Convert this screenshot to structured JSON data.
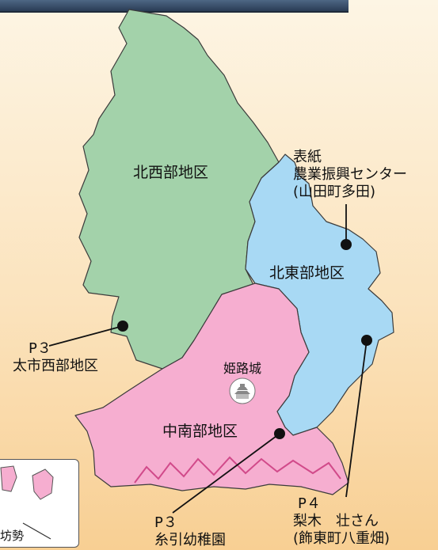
{
  "map": {
    "regions": [
      {
        "id": "northwest",
        "label": "北西部地区",
        "fill": "#a3d2aa"
      },
      {
        "id": "northeast",
        "label": "北東部地区",
        "fill": "#a8d9f4"
      },
      {
        "id": "central-south",
        "label": "中南部地区",
        "fill": "#f6aed0"
      }
    ],
    "landmark": {
      "label": "姫路城",
      "icon": "himeji-castle-icon"
    },
    "callouts": {
      "cover": {
        "line1": "表紙",
        "line2": "農業振興センター",
        "line3": "(山田町多田)"
      },
      "p3_taichi": {
        "line1": "P３",
        "line2": "太市西部地区"
      },
      "p3_itohiki": {
        "line1": "P３",
        "line2": "糸引幼稚園"
      },
      "p4_nashiki": {
        "line1": "P４",
        "line2": "梨木　壮さん",
        "line3": "(飾東町八重畑)"
      }
    },
    "inset": {
      "label": "坊勢"
    },
    "colors": {
      "marker": "#111111",
      "border": "#555555",
      "background": "#fbe3bd"
    }
  }
}
